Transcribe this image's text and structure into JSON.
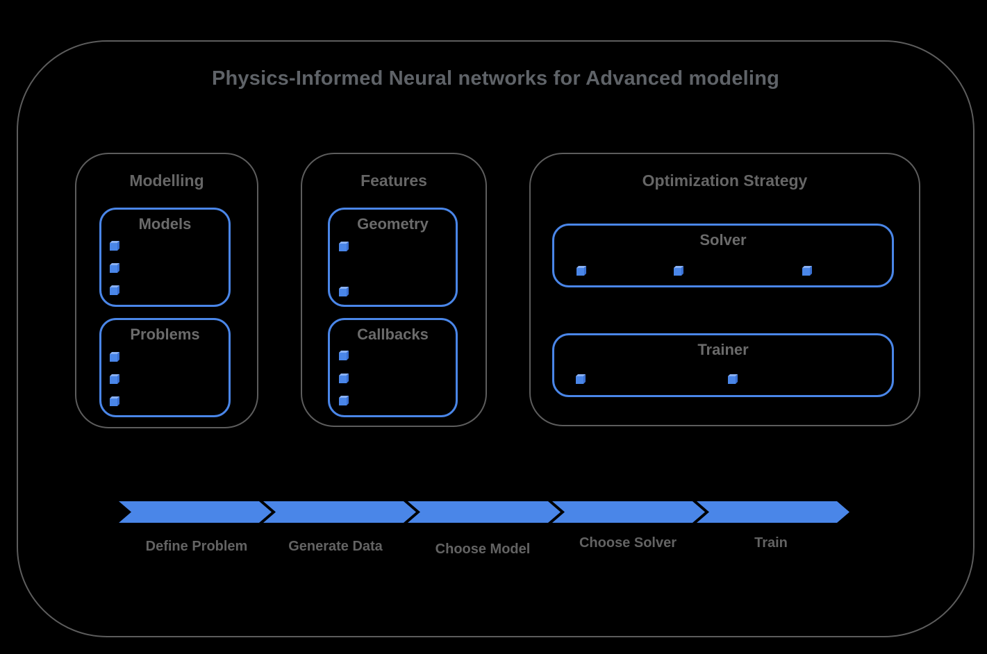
{
  "title": "Physics-Informed Neural networks for Advanced modeling",
  "groups": {
    "modelling": {
      "title": "Modelling",
      "boxes": {
        "models": {
          "title": "Models",
          "bullet_count": 3
        },
        "problems": {
          "title": "Problems",
          "bullet_count": 3
        }
      }
    },
    "features": {
      "title": "Features",
      "boxes": {
        "geometry": {
          "title": "Geometry",
          "bullet_count": 2
        },
        "callbacks": {
          "title": "Callbacks",
          "bullet_count": 3
        }
      }
    },
    "optimization": {
      "title": "Optimization Strategy",
      "boxes": {
        "solver": {
          "title": "Solver",
          "bullet_count": 3
        },
        "trainer": {
          "title": "Trainer",
          "bullet_count": 2
        }
      }
    }
  },
  "flow": {
    "steps": [
      {
        "label": "Define Problem"
      },
      {
        "label": "Generate Data"
      },
      {
        "label": "Choose Model"
      },
      {
        "label": "Choose Solver"
      },
      {
        "label": "Train"
      }
    ]
  },
  "icons": {
    "cube-icon": "small 3D blue cube bullet"
  },
  "colors": {
    "accent_blue": "#4a86e8",
    "cube_top": "#8ab1f3",
    "cube_side": "#3a70d2",
    "frame_gray": "#5d5d5d",
    "text_gray": "#5f6368",
    "background": "#000000"
  }
}
